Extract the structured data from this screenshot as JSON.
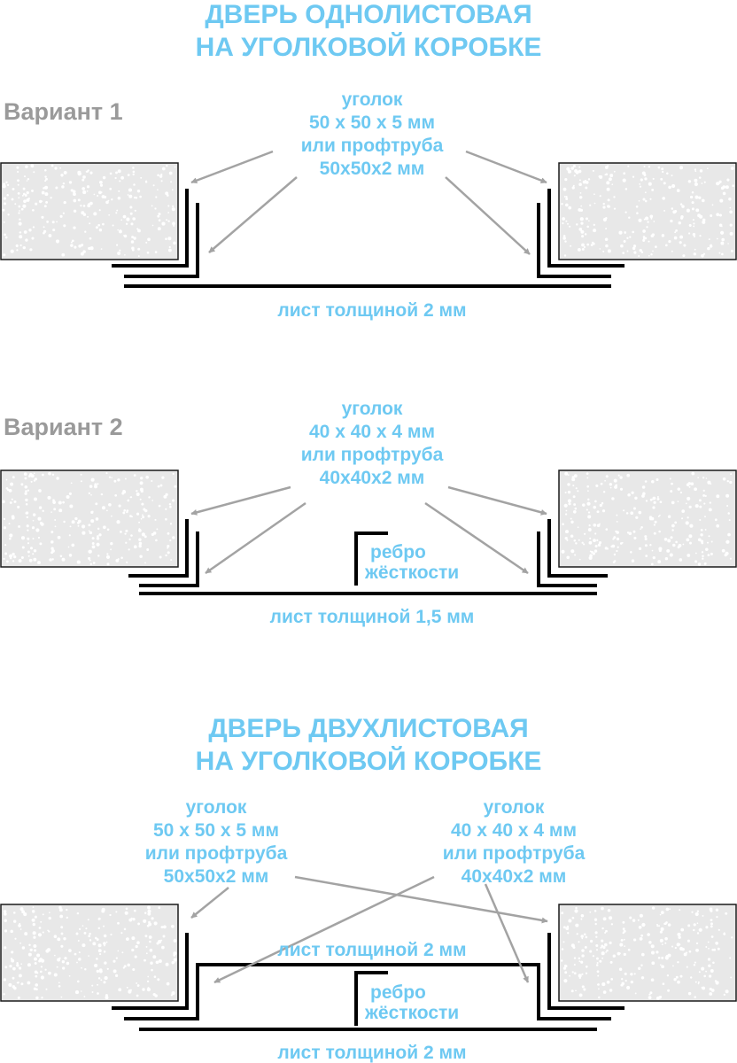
{
  "section1": {
    "title_line1": "ДВЕРЬ ОДНОЛИСТОВАЯ",
    "title_line2": "НА УГОЛКОВОЙ КОРОБКЕ"
  },
  "variant1": {
    "label": "Вариант 1",
    "angle_line1": "уголок",
    "angle_line2": "50 х 50 х 5 мм",
    "angle_line3": "или профтруба",
    "angle_line4": "50х50х2 мм",
    "sheet": "лист толщиной 2 мм"
  },
  "variant2": {
    "label": "Вариант 2",
    "angle_line1": "уголок",
    "angle_line2": "40 х 40 х 4 мм",
    "angle_line3": "или профтруба",
    "angle_line4": "40х40х2 мм",
    "rib_line1": "ребро",
    "rib_line2": "жёсткости",
    "sheet": "лист толщиной 1,5 мм"
  },
  "section2": {
    "title_line1": "ДВЕРЬ ДВУХЛИСТОВАЯ",
    "title_line2": "НА УГОЛКОВОЙ КОРОБКЕ",
    "left_angle_line1": "уголок",
    "left_angle_line2": "50 х 50 х 5 мм",
    "left_angle_line3": "или профтруба",
    "left_angle_line4": "50х50х2 мм",
    "right_angle_line1": "уголок",
    "right_angle_line2": "40 х 40 х 4 мм",
    "right_angle_line3": "или профтруба",
    "right_angle_line4": "40х40х2 мм",
    "inner_sheet": "лист толщиной 2 мм",
    "rib_line1": "ребро",
    "rib_line2": "жёсткости",
    "outer_sheet": "лист толщиной 2 мм"
  },
  "colors": {
    "label_blue": "#6ec9f2",
    "variant_gray": "#9a9a9a",
    "arrow_gray": "#a3a3a3",
    "wall_fill": "#e8e8e8"
  }
}
